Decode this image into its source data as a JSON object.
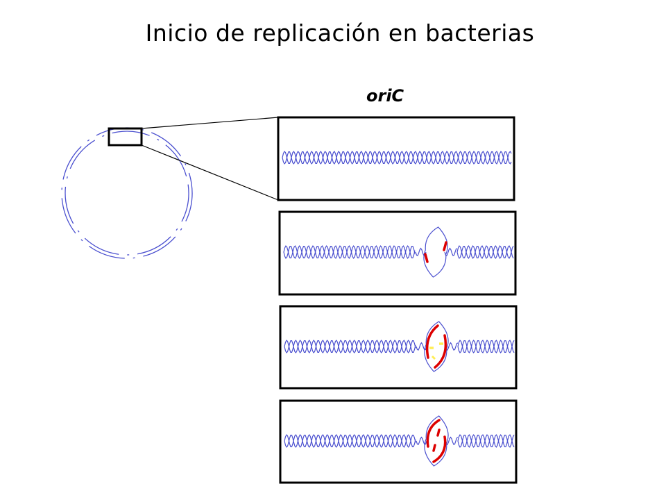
{
  "title": "Inicio de replicación en bacterias",
  "origin_label": "oriC",
  "colors": {
    "dna_strand": "#4a4fcf",
    "new_strand": "#dd0000",
    "primer": "#ffee55",
    "frame": "#000000"
  },
  "panels": [
    {
      "stage": "double-helix"
    },
    {
      "stage": "bubble-opened"
    },
    {
      "stage": "bubble-with-primers"
    },
    {
      "stage": "bubble-extended"
    }
  ]
}
